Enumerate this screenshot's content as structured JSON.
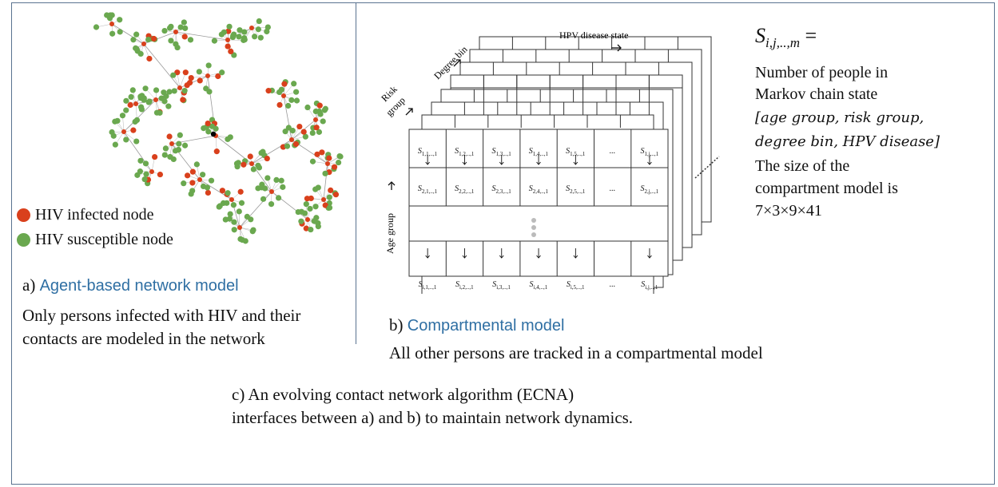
{
  "legend": {
    "infected_label": "HIV infected node",
    "susceptible_label": "HIV susceptible node",
    "infected_color": "#d9401c",
    "susceptible_color": "#6aa84f"
  },
  "part_a": {
    "prefix": "a)",
    "title": "Agent-based network model",
    "description": "Only persons infected with HIV and their contacts are modeled in the network"
  },
  "part_b": {
    "prefix": "b)",
    "title": "Compartmental model",
    "description": "All other persons are tracked in a compartmental model"
  },
  "part_c": {
    "line1": "c) An evolving contact network algorithm (ECNA)",
    "line2": "interfaces between a) and b) to maintain network dynamics."
  },
  "axes": {
    "hpv_state": "HPV disease state",
    "degree_bin": "Degree bin",
    "risk_group_1": "Risk",
    "risk_group_2": "group",
    "age_group": "Age group"
  },
  "grid": {
    "top_row": [
      "S1,1,..,1",
      "S1,2,..,1",
      "S1,3,..,1",
      "S1,4,..,1",
      "S1,5,..,1",
      "...",
      "S1,j,..,1"
    ],
    "second_row": [
      "S2,1,..,1",
      "S2,2,..,1",
      "S2,3,..,1",
      "S2,4,..,1",
      "S2,5,..,1",
      "...",
      "S2,j,..,1"
    ],
    "bottom_row": [
      "Si,1,..,1",
      "Si,2,..,1",
      "Si,3,..,1",
      "Si,4,..,1",
      "Si,5,..,1",
      "...",
      "Si,j,..,1"
    ]
  },
  "formula": {
    "symbol": "S",
    "subscript": "i,j,..,m",
    "equals": "=",
    "line1": "Number of people in",
    "line2": "Markov chain state",
    "line3": "[age group, risk group,",
    "line4": "degree bin, HPV disease]",
    "line5": "The size of the",
    "line6": "compartment model is",
    "line7": "7×3×9×41"
  }
}
